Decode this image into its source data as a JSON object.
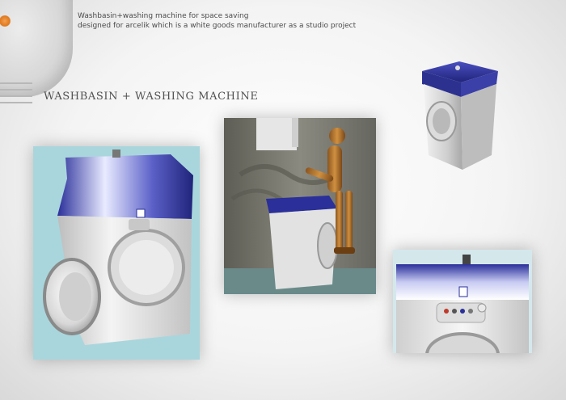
{
  "description": {
    "line1": "Washbasin+washing machine for space saving",
    "line2": "designed for arcelik which is a white goods manufacturer as a studio project"
  },
  "title": "WASHBASIN + WASHING MACHINE",
  "colors": {
    "accent_blue": "#2a2f9a",
    "panel_cyan": "#a9d6dc",
    "body_white": "#e8e8e8",
    "mannequin_wood": "#b5762f",
    "wall_gray": "#7a7a70"
  }
}
